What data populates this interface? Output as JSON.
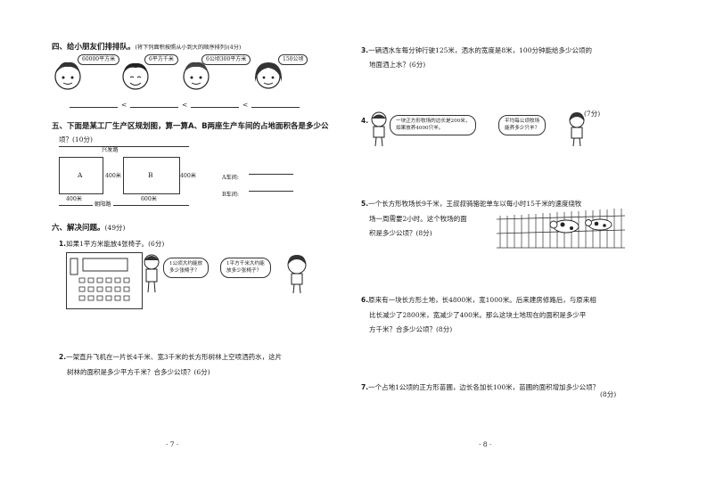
{
  "left": {
    "s4": {
      "title": "四、给小朋友们排排队。",
      "hint": "(将下列面积按照从小到大的顺序排列)(4分)",
      "bubbles": [
        "60000平方米",
        "6平方千米",
        "6公顷300平方米",
        "150公顷"
      ],
      "lt": [
        "<",
        "<",
        "<"
      ]
    },
    "s5": {
      "title": "五、下面是某工厂生产区规划图，算一算A、B两座生产车间的占地面积各是多少公",
      "title2": "顷？",
      "score": "(10分)",
      "road_top": "兴发路",
      "road_bottom": "朝阳路",
      "a": "A",
      "b": "B",
      "dims": [
        "400米",
        "400米",
        "400米",
        "600米"
      ],
      "answer_a": "A车间:",
      "answer_b": "B车间:"
    },
    "s6": {
      "title": "六、解决问题。",
      "score": "(49分)",
      "q1_num": "1.",
      "q1": "如果1平方米能放4张椅子。",
      "q1_score": "(6分)",
      "q1_b1": [
        "1公顷大约能放",
        "多少张椅子？"
      ],
      "q1_b2": [
        "1平方千米大约能",
        "放多少张椅子？"
      ],
      "q2_num": "2.",
      "q2_l1": "一架直升飞机在一片长4千米、宽3千米的长方形树林上空喷洒药水，这片",
      "q2_l2": "树林的面积是多少平方千米？合多少公顷？",
      "q2_score": "(6分)"
    },
    "page_no": "· 7 ·"
  },
  "right": {
    "q3_num": "3.",
    "q3_l1": "一辆洒水车每分钟行驶125米，洒水的宽度是8米，100分钟能给多少公顷的",
    "q3_l2": "地面洒上水？",
    "q3_score": "(6分)",
    "q4_num": "4.",
    "q4_b1": [
      "一块正方形牧场的边长是200米，",
      "如果放养4000只羊。"
    ],
    "q4_b2": [
      "平均每公顷牧场",
      "能养多少只羊？"
    ],
    "q4_score": "(7分)",
    "q5_num": "5.",
    "q5_l1": "一个长方形牧场长9千米，王叔叔骑骆驼单车以每小时15千米的速度绕牧",
    "q5_l2": "场一周需要2小时。这个牧场的面",
    "q5_l3": "积是多少公顷？",
    "q5_score": "(8分)",
    "q6_num": "6.",
    "q6_l1": "原来有一块长方形土地，长4800米，宽1000米。后来建房修路后，与原来相",
    "q6_l2": "比长减少了2800米，宽减少了400米。那么这块土地现在的面积是多少平",
    "q6_l3": "方千米？合多少公顷？",
    "q6_score": "(8分)",
    "q7_num": "7.",
    "q7_l1": "一个占地1公顷的正方形苗圃，边长各加长100米，苗圃的面积增加多少公顷？",
    "q7_score": "(8分)",
    "page_no": "· 8 ·"
  }
}
